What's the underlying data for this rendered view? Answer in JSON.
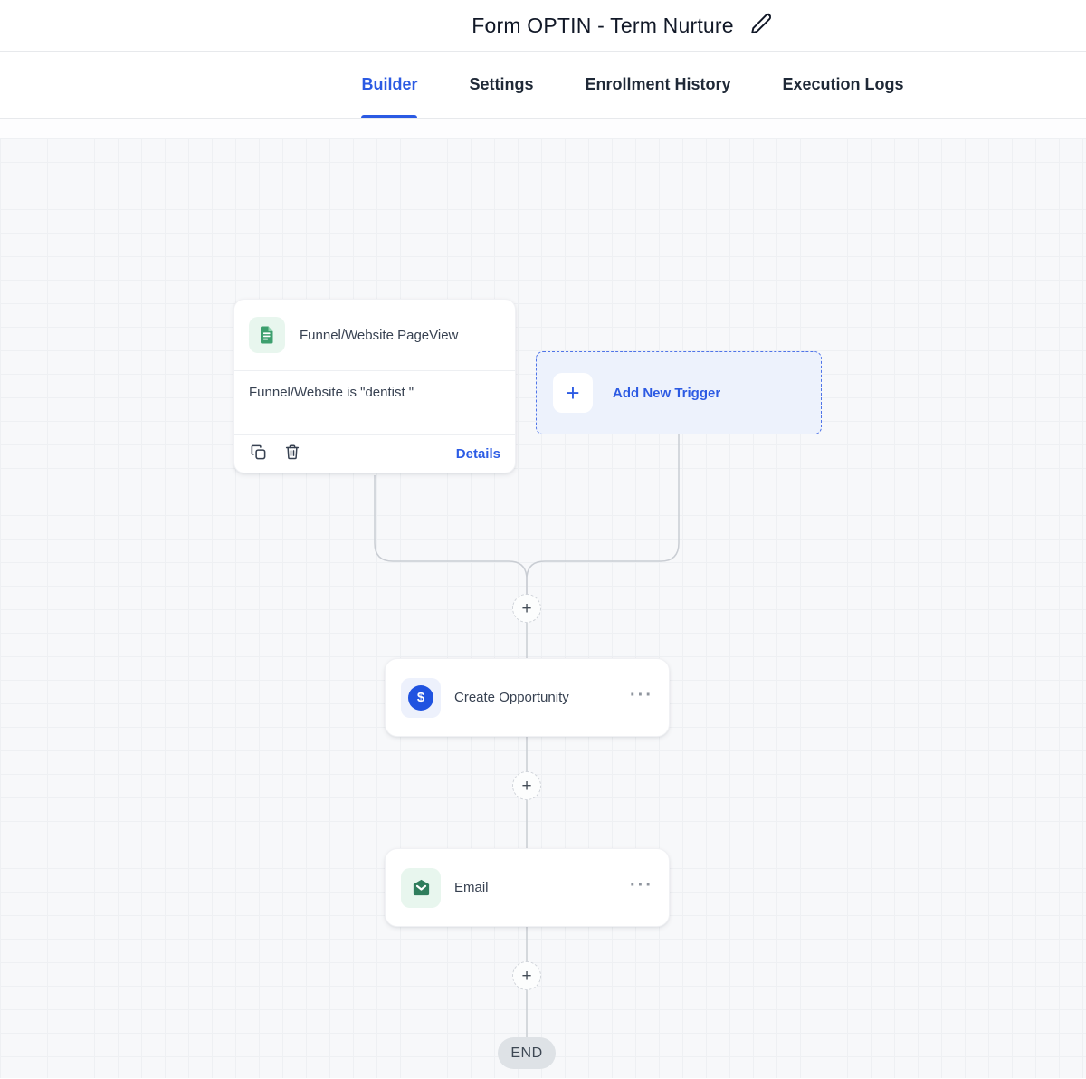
{
  "header": {
    "title": "Form OPTIN - Term Nurture"
  },
  "tabs": {
    "items": [
      {
        "label": "Builder",
        "active": true
      },
      {
        "label": "Settings",
        "active": false
      },
      {
        "label": "Enrollment History",
        "active": false
      },
      {
        "label": "Execution Logs",
        "active": false
      }
    ]
  },
  "workflow": {
    "trigger_card": {
      "title": "Funnel/Website PageView",
      "condition": "Funnel/Website is \"dentist \"",
      "details_label": "Details"
    },
    "add_new_trigger": {
      "label": "Add New Trigger",
      "plus": "+"
    },
    "actions": [
      {
        "title": "Create Opportunity",
        "menu": "···"
      },
      {
        "title": "Email",
        "menu": "···"
      }
    ],
    "add_step_plus": "+",
    "end_label": "END"
  },
  "icons": {
    "edit": "pencil-icon",
    "trigger": "document-icon",
    "add_trigger": "plus-icon",
    "copy": "copy-icon",
    "delete": "trash-icon",
    "create_opportunity": "dollar-circle-icon",
    "dollar_glyph": "$",
    "email": "mail-icon",
    "add_step": "plus-icon"
  },
  "colors": {
    "accent_blue": "#2b5ae3",
    "link_blue": "#2c5ce5",
    "icon_green": "#3d9f6e",
    "icon_green_dark": "#2f7d5c",
    "icon_blue": "#2053e0",
    "connector_gray": "#c9cdd3",
    "canvas_bg": "#f7f8fa",
    "end_bg": "#dee2e6"
  }
}
